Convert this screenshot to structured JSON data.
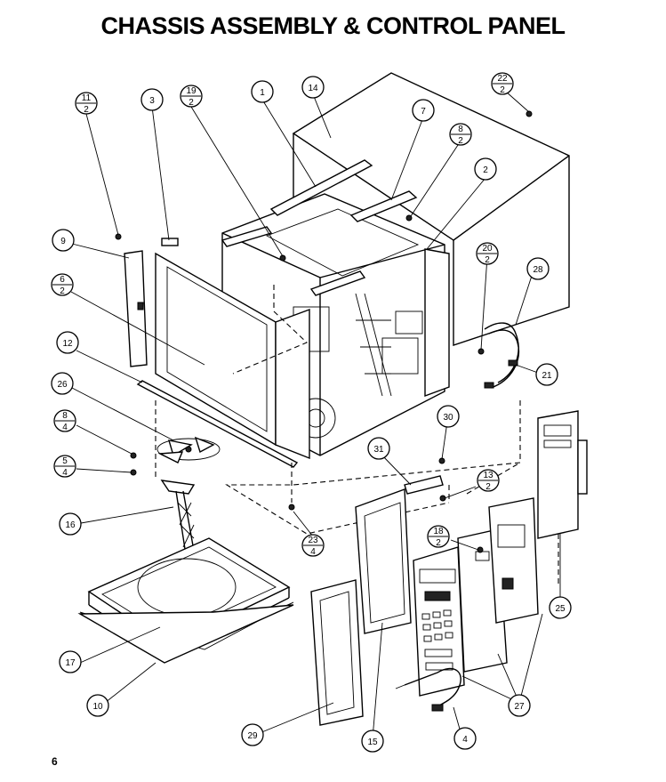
{
  "title": "CHASSIS ASSEMBLY & CONTROL PANEL",
  "page_number": "6",
  "callouts": {
    "c1": {
      "top": "1"
    },
    "c2": {
      "top": "2"
    },
    "c3": {
      "top": "3"
    },
    "c4": {
      "top": "4"
    },
    "c7": {
      "top": "7"
    },
    "c9": {
      "top": "9"
    },
    "c10": {
      "top": "10"
    },
    "c12": {
      "top": "12"
    },
    "c14": {
      "top": "14"
    },
    "c15": {
      "top": "15"
    },
    "c16": {
      "top": "16"
    },
    "c17": {
      "top": "17"
    },
    "c21": {
      "top": "21"
    },
    "c25": {
      "top": "25"
    },
    "c26": {
      "top": "26"
    },
    "c27": {
      "top": "27"
    },
    "c28": {
      "top": "28"
    },
    "c29": {
      "top": "29"
    },
    "c30": {
      "top": "30"
    },
    "c31": {
      "top": "31"
    },
    "f11_2": {
      "top": "11",
      "bottom": "2"
    },
    "f19_2": {
      "top": "19",
      "bottom": "2"
    },
    "f22_2": {
      "top": "22",
      "bottom": "2"
    },
    "f8_2": {
      "top": "8",
      "bottom": "2"
    },
    "f6_2": {
      "top": "6",
      "bottom": "2"
    },
    "f20_2": {
      "top": "20",
      "bottom": "2"
    },
    "f8_4": {
      "top": "8",
      "bottom": "4"
    },
    "f5_4": {
      "top": "5",
      "bottom": "4"
    },
    "f23_4": {
      "top": "23",
      "bottom": "4"
    },
    "f13_2": {
      "top": "13",
      "bottom": "2"
    },
    "f18_2": {
      "top": "18",
      "bottom": "2"
    }
  }
}
